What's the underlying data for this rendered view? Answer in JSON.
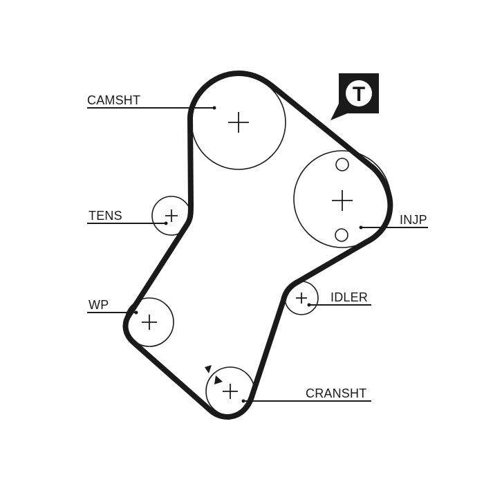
{
  "labels": {
    "camsht": "CAMSHT",
    "tens": "TENS",
    "wp": "WP",
    "injp": "INJP",
    "idler": "IDLER",
    "cransht": "CRANSHT"
  },
  "badge": {
    "letter": "T"
  },
  "colors": {
    "line": "#1a1a1a",
    "background": "#ffffff",
    "badge_fill": "#1a1a1a",
    "badge_circle": "#ffffff"
  }
}
